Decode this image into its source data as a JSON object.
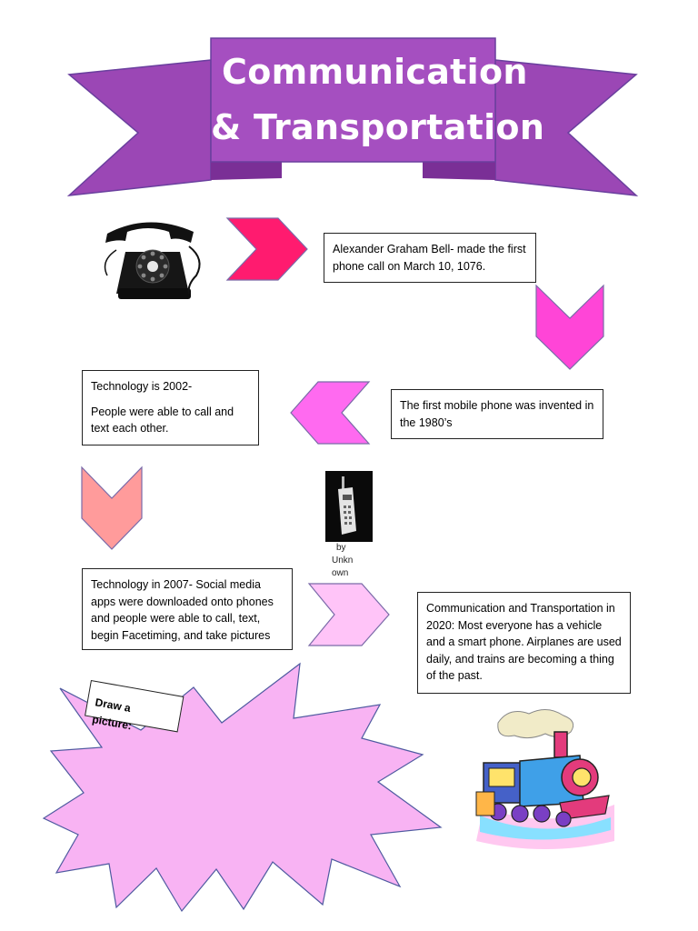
{
  "banner": {
    "title_line1": "Communication",
    "title_line2": "& Transportation",
    "color": "#a54fc0"
  },
  "timeline": [
    {
      "text": "Alexander Graham Bell- made the first phone call on March 10, 1076."
    },
    {
      "text": "The first mobile phone was invented in the 1980’s"
    },
    {
      "title": "Technology is 2002-",
      "text": "People were able to call and text each other."
    },
    {
      "text": "Technology in 2007- Social media apps were downloaded onto phones and people were able to call, text, begin Facetiming, and take pictures"
    },
    {
      "text": "Communication and Transportation in 2020: Most everyone has a vehicle and a smart phone. Airplanes are used daily, and trains are becoming a thing of the past."
    }
  ],
  "image_caption": {
    "line1": "by",
    "line2": "Unkn",
    "line3": "own"
  },
  "draw_prompt": "Draw a picture:",
  "icons": {
    "telephone": "rotary-telephone-icon",
    "mobile": "brick-mobile-phone-icon",
    "train": "cartoon-train-icon"
  },
  "colors": {
    "arrow_right_1": "#ff1b6f",
    "arrow_down_1": "#ff45d7",
    "arrow_left": "#ff6af0",
    "arrow_down_2": "#ff9b9b",
    "arrow_right_2": "#ffc4f8",
    "starburst": "#f8b3f3"
  }
}
